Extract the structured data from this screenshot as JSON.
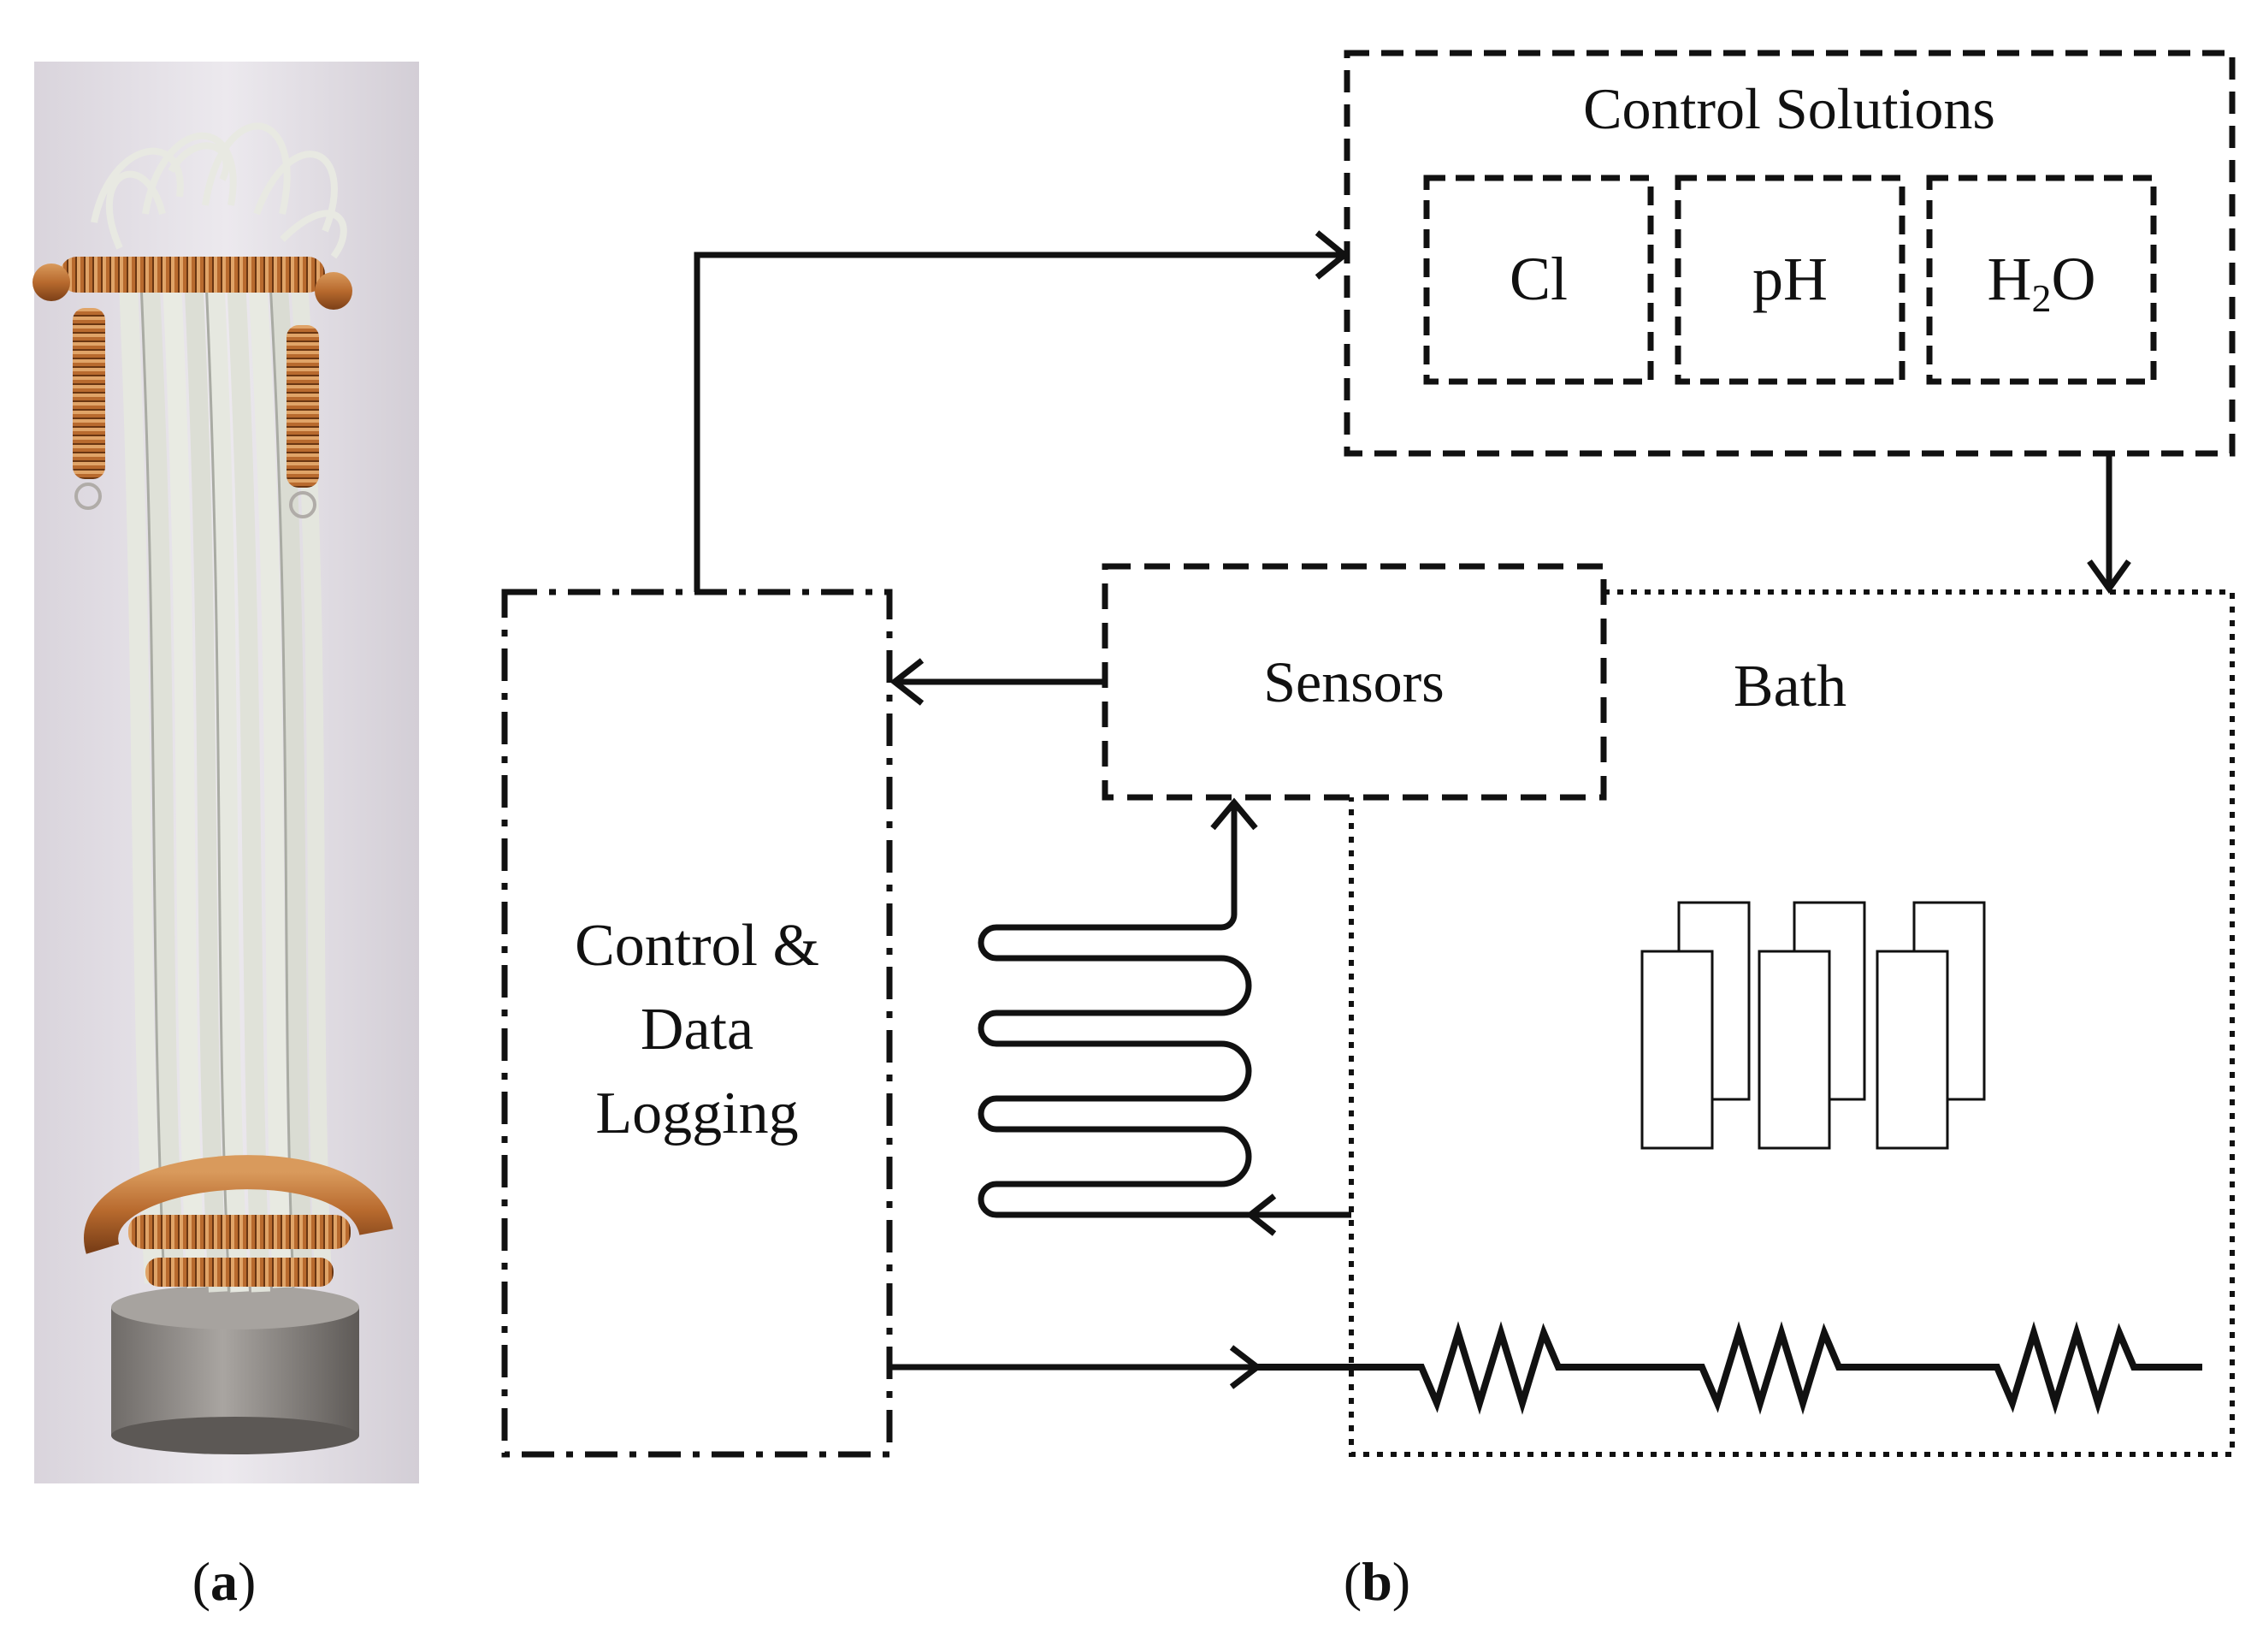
{
  "panel_a": {
    "caption_open": "(",
    "caption_letter": "a",
    "caption_close": ")"
  },
  "panel_b": {
    "caption_open": "(",
    "caption_letter": "b",
    "caption_close": ")",
    "control_solutions": {
      "title": "Control Solutions",
      "items": [
        "Cl",
        "pH"
      ],
      "water_main": "H",
      "water_sub": "2",
      "water_end": "O"
    },
    "sensors_label": "Sensors",
    "bath_label": "Bath",
    "controller": {
      "line1": "Control &",
      "line2": "Data",
      "line3": "Logging"
    }
  },
  "colors": {
    "line": "#111111",
    "copper": "#b86a2e",
    "strips": "#e2e4dc",
    "steel": "#8d8a86"
  }
}
